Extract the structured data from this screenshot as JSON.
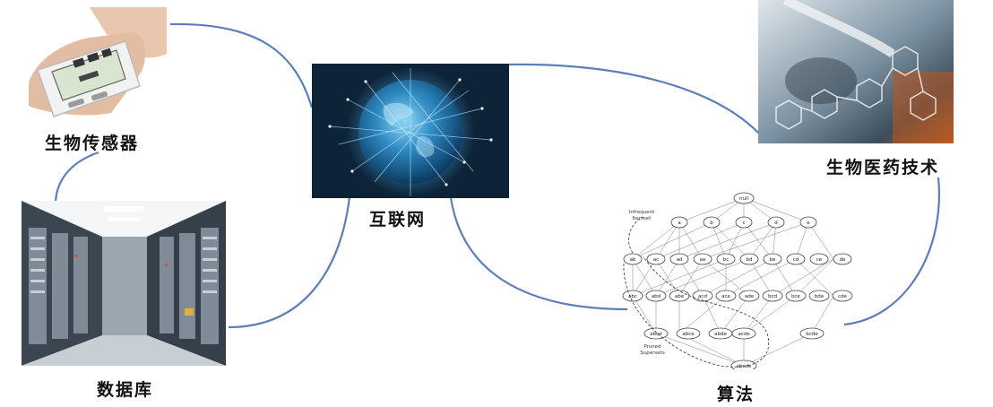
{
  "nodes": {
    "internet": {
      "label": "互联网",
      "icon": "globe-network-icon"
    },
    "sensor": {
      "label": "生物传感器",
      "icon": "blood-pressure-monitor-icon"
    },
    "database": {
      "label": "数据库",
      "icon": "server-room-icon"
    },
    "biomed": {
      "label": "生物医药技术",
      "icon": "laboratory-pipette-icon"
    },
    "algorithm": {
      "label": "算法",
      "icon": "itemset-lattice-icon"
    }
  },
  "lattice": {
    "root": "null",
    "level1": [
      "a",
      "b",
      "c",
      "d",
      "e"
    ],
    "level2": [
      "ab",
      "ac",
      "ad",
      "ae",
      "bc",
      "bd",
      "be",
      "cd",
      "ce",
      "de"
    ],
    "level3": [
      "abc",
      "abd",
      "abe",
      "acd",
      "ace",
      "ade",
      "bcd",
      "bce",
      "bde",
      "cde"
    ],
    "level4": [
      "abcd",
      "abce",
      "abde",
      "acde",
      "bcde"
    ],
    "level5": [
      "abcde"
    ],
    "note_infrequent": [
      "Infrequent",
      "Itemset"
    ],
    "note_pruned": [
      "Pruned",
      "Supersets"
    ]
  },
  "colors": {
    "connector": "#5b7fb8",
    "globe_bg": "#0d2338",
    "label": "#111111"
  }
}
